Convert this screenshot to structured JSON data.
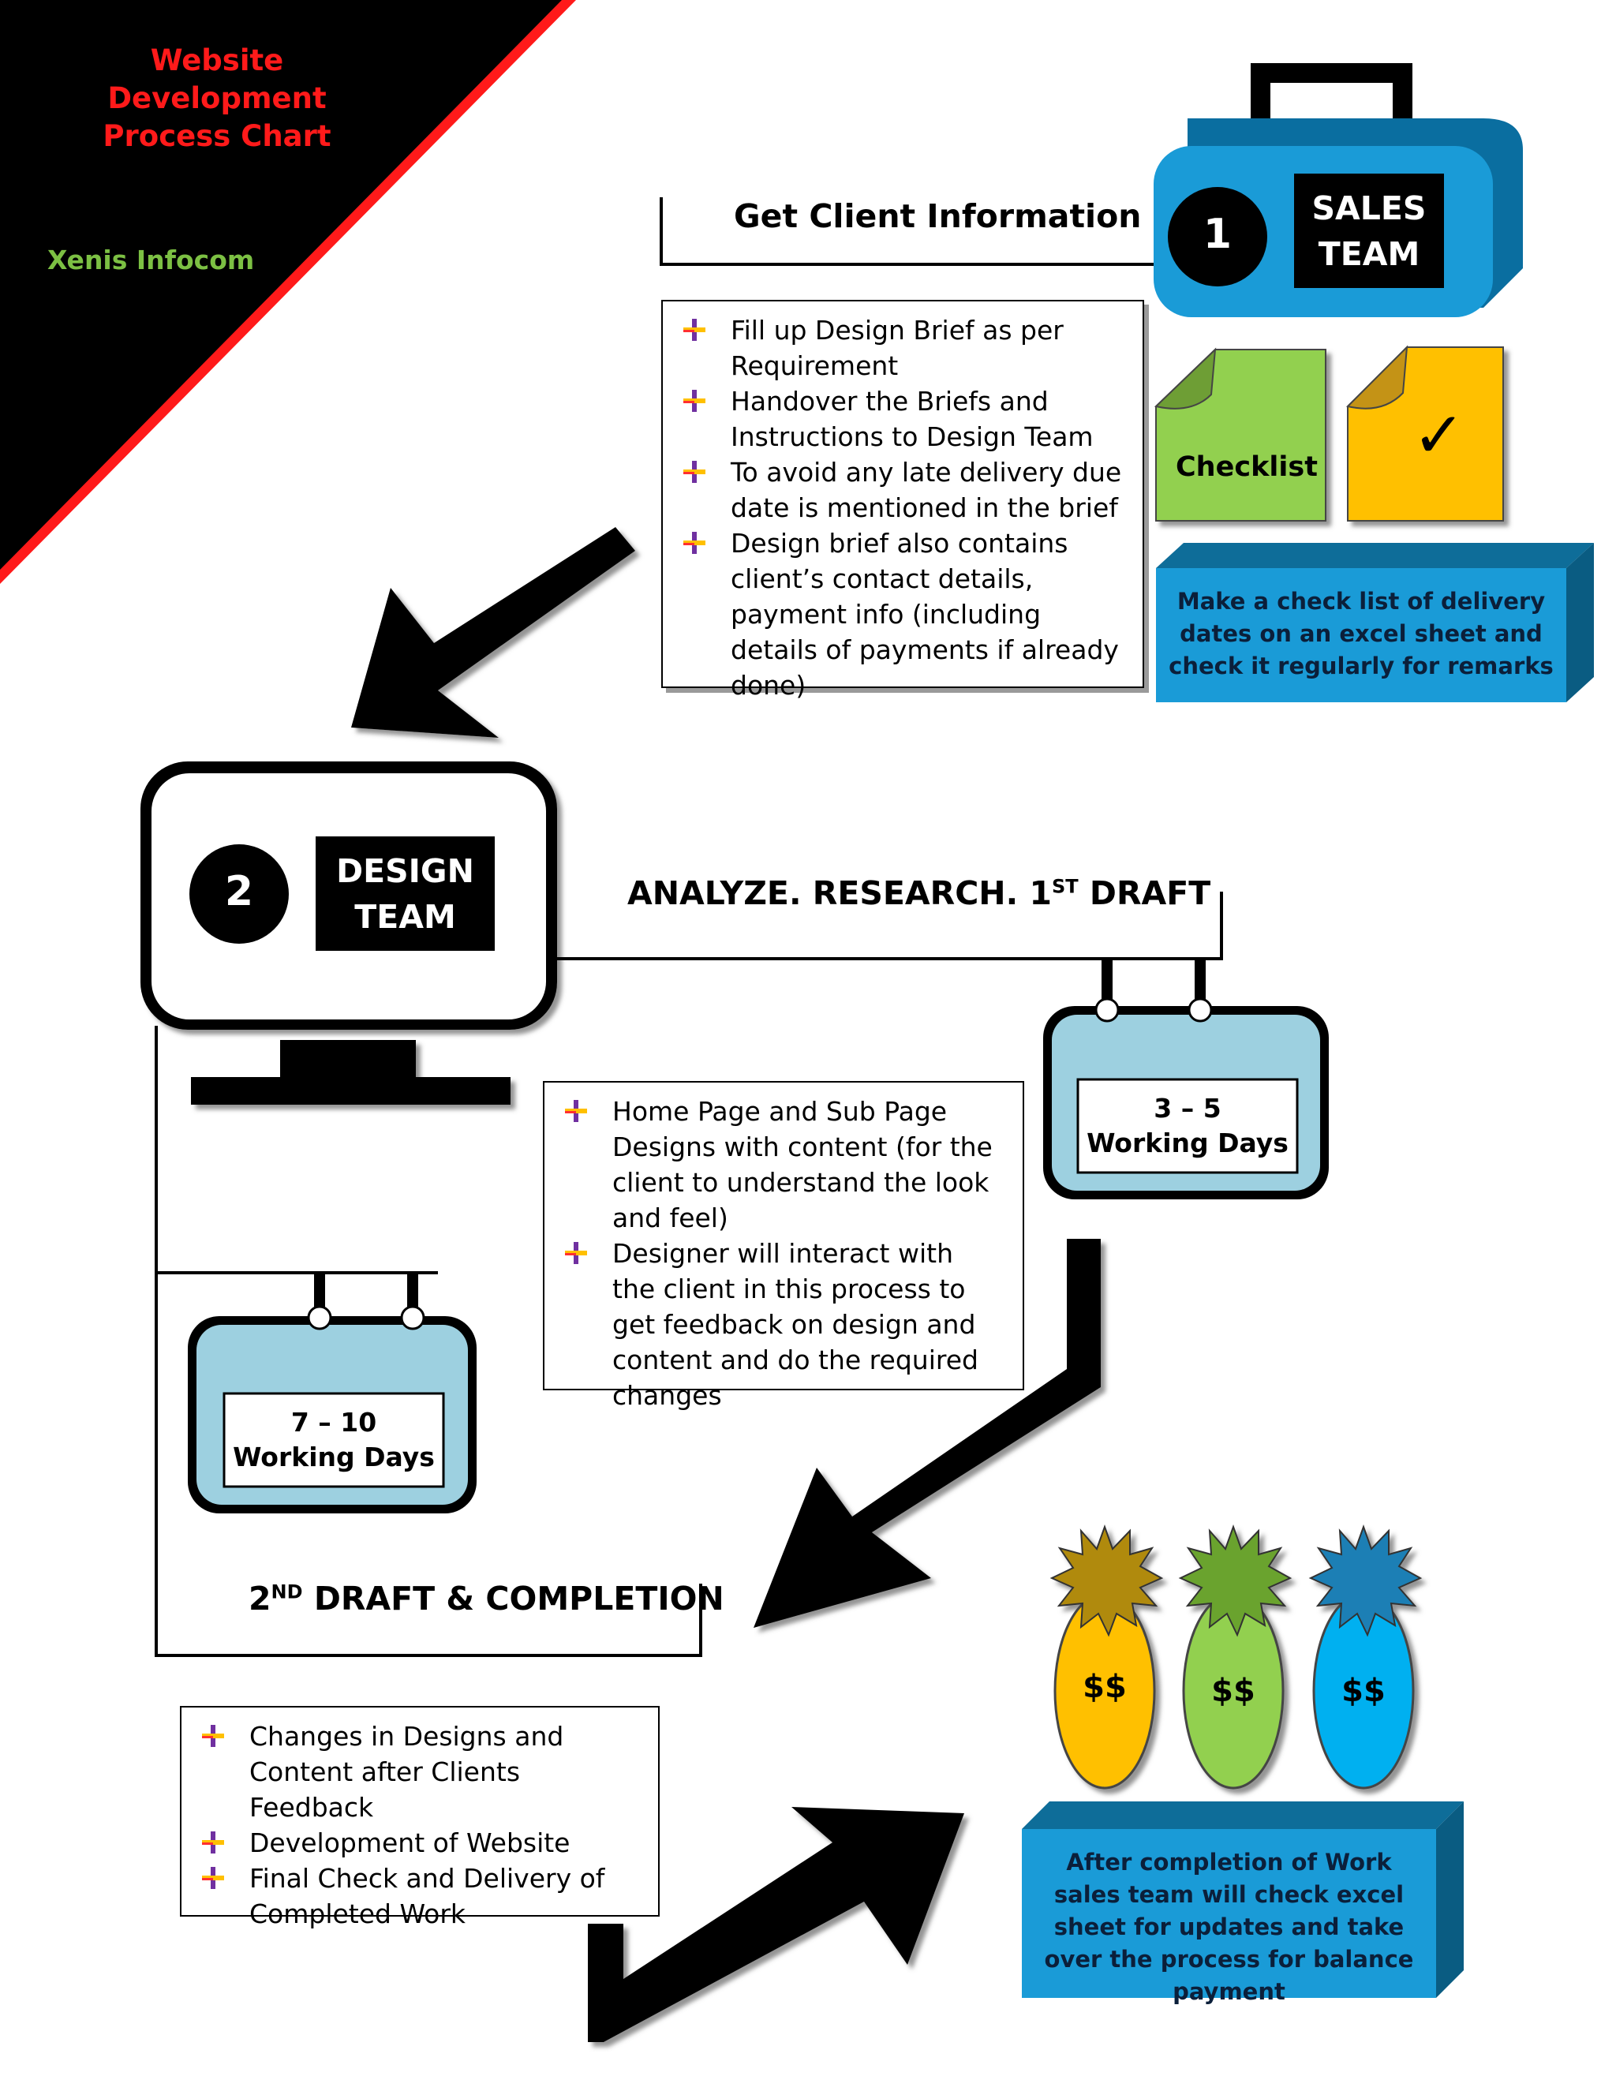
{
  "header": {
    "title_line1": "Website Development",
    "title_line2": "Process Chart",
    "company": "Xenis Infocom"
  },
  "step1": {
    "number": "1",
    "team_line1": "SALES",
    "team_line2": "TEAM",
    "heading": "Get Client Information",
    "bullets": [
      "Fill up Design Brief as per Requirement",
      "Handover the Briefs and Instructions to Design Team",
      "To avoid any late delivery due date is mentioned in the brief",
      "Design brief also contains client’s contact details, payment info (including details of payments if already done)"
    ],
    "checklist_label": "Checklist",
    "checkmark": "✓",
    "note": "Make a check list of delivery dates on an excel sheet and check it regularly for remarks"
  },
  "step2": {
    "number": "2",
    "team_line1": "DESIGN",
    "team_line2": "TEAM",
    "heading_pre": "ANALYZE. RESEARCH. 1",
    "heading_sup": "ST",
    "heading_post": " DRAFT",
    "bullets": [
      "Home Page and Sub Page Designs with content (for the client to understand the look and feel)",
      "Designer will interact with the client in this process to get feedback on design and content and do the required changes"
    ],
    "sign_days": "3 – 5",
    "sign_label": "Working Days"
  },
  "step3": {
    "heading_pre": "2",
    "heading_sup": "ND",
    "heading_post": " DRAFT & COMPLETION",
    "sign_days": "7 – 10",
    "sign_label": "Working Days",
    "bullets": [
      "Changes in Designs and Content after Clients Feedback",
      "Development of Website",
      "Final Check and Delivery of Completed Work"
    ]
  },
  "payment": {
    "tags": [
      "$$",
      "$$",
      "$$"
    ],
    "note": "After completion of Work sales team will check excel sheet for updates and take over the process for balance payment"
  },
  "colors": {
    "accent_red": "#ff1a1a",
    "company_green": "#7cc043",
    "box_blue": "#1a9bd7",
    "sign_blue": "#9dd0e0",
    "doc_green": "#92d050",
    "doc_yellow": "#ffc000",
    "tag_gold": "#b08a10",
    "tag_green": "#6aa32e",
    "tag_blue": "#1b7fb5"
  },
  "icons": [
    "bullet-icon",
    "briefcase-icon",
    "monitor-icon",
    "checklist-document-icon",
    "checkmark-document-icon",
    "price-tag-icon",
    "arrow-icon"
  ]
}
